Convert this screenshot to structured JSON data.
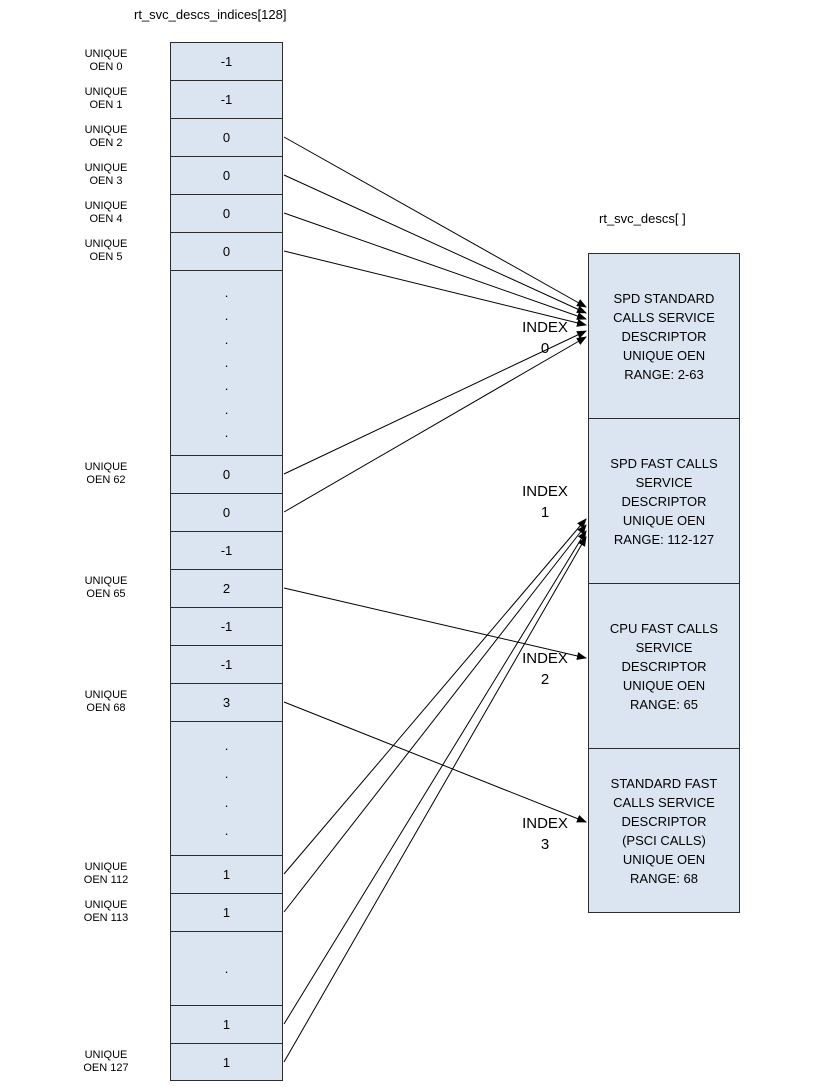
{
  "left_array": {
    "title": "rt_svc_descs_indices[128]",
    "cells": [
      {
        "value": "-1",
        "h": 38,
        "label": [
          "UNIQUE",
          "OEN 0"
        ]
      },
      {
        "value": "-1",
        "h": 38,
        "label": [
          "UNIQUE",
          "OEN 1"
        ]
      },
      {
        "value": "0",
        "h": 38,
        "label": [
          "UNIQUE",
          "OEN 2"
        ],
        "arrow": 0
      },
      {
        "value": "0",
        "h": 38,
        "label": [
          "UNIQUE",
          "OEN 3"
        ],
        "arrow": 0
      },
      {
        "value": "0",
        "h": 38,
        "label": [
          "UNIQUE",
          "OEN 4"
        ],
        "arrow": 0
      },
      {
        "value": "0",
        "h": 38,
        "label": [
          "UNIQUE",
          "OEN 5"
        ],
        "arrow": 0
      },
      {
        "dots": 7,
        "h": 185
      },
      {
        "value": "0",
        "h": 38,
        "label": [
          "UNIQUE",
          "OEN 62"
        ],
        "arrow": 0
      },
      {
        "value": "0",
        "h": 38,
        "arrow": 0
      },
      {
        "value": "-1",
        "h": 38
      },
      {
        "value": "2",
        "h": 38,
        "label": [
          "UNIQUE",
          "OEN 65"
        ],
        "arrow": 2
      },
      {
        "value": "-1",
        "h": 38
      },
      {
        "value": "-1",
        "h": 38
      },
      {
        "value": "3",
        "h": 38,
        "label": [
          "UNIQUE",
          "OEN 68"
        ],
        "arrow": 3
      },
      {
        "dots": 4,
        "h": 134
      },
      {
        "value": "1",
        "h": 38,
        "label": [
          "UNIQUE",
          "OEN 112"
        ],
        "arrow": 1
      },
      {
        "value": "1",
        "h": 38,
        "label": [
          "UNIQUE",
          "OEN 113"
        ],
        "arrow": 1
      },
      {
        "dots": 1,
        "h": 74
      },
      {
        "value": "1",
        "h": 38,
        "arrow": 1
      },
      {
        "value": "1",
        "h": 38,
        "label": [
          "UNIQUE",
          "OEN 127"
        ],
        "arrow": 1
      }
    ]
  },
  "right_array": {
    "title": "rt_svc_descs[ ]",
    "boxes": [
      {
        "index_word": "INDEX",
        "index_num": "0",
        "lines": [
          "SPD STANDARD",
          "CALLS SERVICE",
          "DESCRIPTOR",
          "UNIQUE OEN",
          "RANGE: 2-63"
        ]
      },
      {
        "index_word": "INDEX",
        "index_num": "1",
        "lines": [
          "SPD FAST CALLS",
          "SERVICE",
          "DESCRIPTOR",
          "UNIQUE OEN",
          "RANGE: 112-127"
        ]
      },
      {
        "index_word": "INDEX",
        "index_num": "2",
        "lines": [
          "CPU FAST CALLS",
          "SERVICE",
          "DESCRIPTOR",
          "UNIQUE OEN",
          "RANGE: 65"
        ]
      },
      {
        "index_word": "INDEX",
        "index_num": "3",
        "lines": [
          "STANDARD FAST",
          "CALLS SERVICE",
          "DESCRIPTOR",
          "(PSCI CALLS)",
          "UNIQUE OEN",
          "RANGE: 68"
        ]
      }
    ]
  },
  "colors": {
    "background": "#ffffff",
    "cell_fill": "#dbe5f1",
    "border": "#2d2d2d",
    "arrow": "#000000",
    "text": "#000000"
  }
}
